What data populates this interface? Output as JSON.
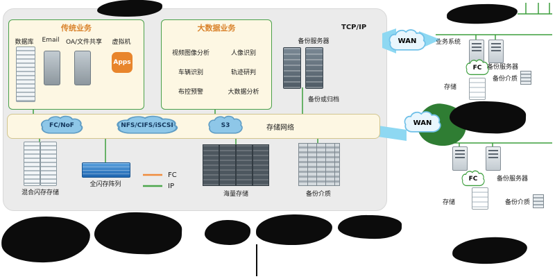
{
  "colors": {
    "ip_green": "#3c9e3c",
    "fc_orange": "#f08c3c",
    "cloud_blue": "#8ec7e8",
    "panel_gray": "#ebebeb",
    "cream": "#fdf7e3",
    "title_orange": "#d9822b",
    "flash_blue": "#2f7fd0",
    "arrow_blue": "#8ed8f2"
  },
  "icons": {
    "database": "server-rack",
    "email": "tablet",
    "file_share": "tablet",
    "vm": "apps-badge",
    "backup_server": "server-tower",
    "hybrid_flash": "striped-rack",
    "all_flash": "flash-array",
    "mass_storage": "dark-rack",
    "backup_media": "grid-box",
    "storage": "white-tower",
    "network": "cloud-shape"
  },
  "main_panel": {
    "tcp_ip": "TCP/IP",
    "traditional": {
      "title": "传统业务",
      "items": [
        "数据库",
        "Email",
        "OA/文件共享",
        "虚拟机"
      ],
      "apps_badge": "Apps"
    },
    "bigdata": {
      "title": "大数据业务",
      "items": [
        "视频图像分析",
        "人像识别",
        "车辆识别",
        "轨迹研判",
        "布控预警",
        "大数据分析"
      ]
    },
    "backup_server": "备份服务器",
    "backup_archive": "备份或归档",
    "storage_network": {
      "label": "存储网络",
      "clouds": [
        "FC/NoF",
        "NFS/CIFS/iSCSI",
        "S3"
      ]
    },
    "devices": {
      "hybrid_flash": "混合闪存存储",
      "all_flash": "全闪存阵列",
      "mass_storage": "海量存储",
      "backup_media": "备份介质"
    },
    "legend": {
      "fc": "FC",
      "ip": "IP"
    }
  },
  "wan": {
    "top": "WAN",
    "bottom": "WAN"
  },
  "site_top": {
    "business_system": "业务系统",
    "backup_server": "备份服务器",
    "fc_cloud": "FC",
    "backup_media": "备份介质",
    "storage": "存储"
  },
  "site_bottom": {
    "backup_server": "备份服务器",
    "fc_cloud": "FC",
    "backup_media": "备份介质",
    "storage": "存储"
  }
}
